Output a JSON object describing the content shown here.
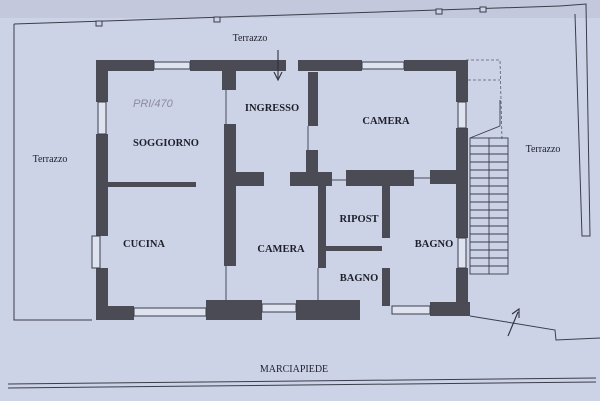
{
  "labels": {
    "terrazzo_top": "Terrazzo",
    "terrazzo_left": "Terrazzo",
    "terrazzo_right": "Terrazzo",
    "soggiorno": "SOGGIORNO",
    "ingresso": "INGRESSO",
    "camera_top": "CAMERA",
    "cucina": "CUCINA",
    "camera_center": "CAMERA",
    "ripost": "RIPOST",
    "bagno_right": "BAGNO",
    "bagno_small": "BAGNO",
    "marciapiede": "MARCIAPIEDE",
    "handwritten_note": "PRI/470"
  },
  "colors": {
    "paper": "#cdd3e6",
    "wall": "#4b4b55",
    "line": "#3a3d4a"
  }
}
